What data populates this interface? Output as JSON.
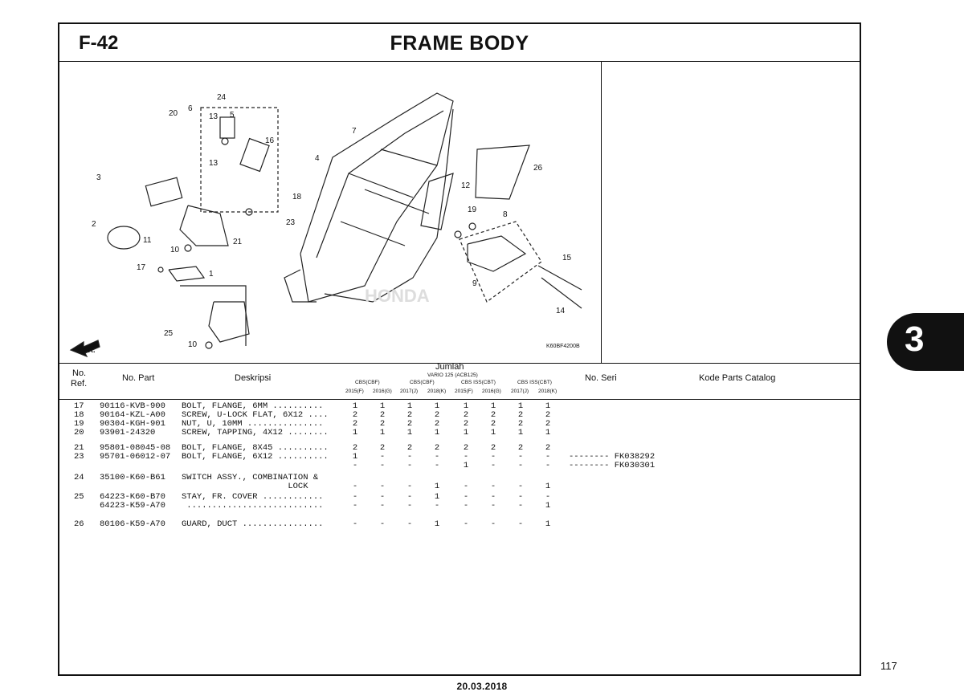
{
  "header": {
    "code": "F-42",
    "title": "FRAME BODY"
  },
  "diagram": {
    "callouts": [
      "24",
      "20",
      "6",
      "13",
      "5",
      "16",
      "4",
      "3",
      "13",
      "18",
      "2",
      "23",
      "11",
      "21",
      "10",
      "17",
      "1",
      "7",
      "12",
      "26",
      "19",
      "8",
      "15",
      "9",
      "14",
      "25",
      "10"
    ],
    "fr_label": "FR.",
    "drawing_code": "K60BF4200B"
  },
  "table_header": {
    "no_ref": [
      "No.",
      "Ref."
    ],
    "no_part": "No. Part",
    "deskripsi": "Deskripsi",
    "jumlah": "Jumlah",
    "model": "VARIO 125 (ACB125)",
    "groups": [
      "CBS(CBF)",
      "CBS(CBF)",
      "CBS ISS(CBT)",
      "CBS ISS(CBT)"
    ],
    "years": [
      "2015(F)",
      "2016(G)",
      "2017(J)",
      "2018(K)",
      "2015(F)",
      "2016(G)",
      "2017(J)",
      "2018(K)"
    ],
    "no_seri": "No. Seri",
    "kode": "Kode Parts Catalog"
  },
  "rows": [
    {
      "ref": "17",
      "part": "90116-KVB-900",
      "desc": "BOLT, FLANGE, 6MM ..........",
      "qty": [
        "1",
        "1",
        "1",
        "1",
        "1",
        "1",
        "1",
        "1"
      ],
      "seri": ""
    },
    {
      "ref": "18",
      "part": "90164-KZL-A00",
      "desc": "SCREW, U-LOCK FLAT, 6X12 ....",
      "qty": [
        "2",
        "2",
        "2",
        "2",
        "2",
        "2",
        "2",
        "2"
      ],
      "seri": ""
    },
    {
      "ref": "19",
      "part": "90304-KGH-901",
      "desc": "NUT, U, 10MM ...............",
      "qty": [
        "2",
        "2",
        "2",
        "2",
        "2",
        "2",
        "2",
        "2"
      ],
      "seri": ""
    },
    {
      "ref": "20",
      "part": "93901-24320",
      "desc": "SCREW, TAPPING, 4X12 ........",
      "qty": [
        "1",
        "1",
        "1",
        "1",
        "1",
        "1",
        "1",
        "1"
      ],
      "seri": ""
    },
    {
      "ref": "21",
      "part": "95801-08045-08",
      "desc": "BOLT, FLANGE, 8X45 ..........",
      "qty": [
        "2",
        "2",
        "2",
        "2",
        "2",
        "2",
        "2",
        "2"
      ],
      "seri": ""
    },
    {
      "ref": "23",
      "part": "95701-06012-07",
      "desc": "BOLT, FLANGE, 6X12 ..........",
      "qty": [
        "1",
        "-",
        "-",
        "-",
        "-",
        "-",
        "-",
        "-"
      ],
      "seri": "-------- FK038292"
    },
    {
      "ref": "",
      "part": "",
      "desc": "",
      "qty": [
        "-",
        "-",
        "-",
        "-",
        "1",
        "-",
        "-",
        "-"
      ],
      "seri": "-------- FK030301"
    },
    {
      "ref": "24",
      "part": "35100-K60-B61",
      "desc": "SWITCH ASSY., COMBINATION &",
      "qty": [
        "",
        "",
        "",
        "",
        "",
        "",
        "",
        ""
      ],
      "seri": ""
    },
    {
      "ref": "",
      "part": "",
      "desc": "                     LOCK",
      "qty": [
        "-",
        "-",
        "-",
        "1",
        "-",
        "-",
        "-",
        "1"
      ],
      "seri": ""
    },
    {
      "ref": "25",
      "part": "64223-K60-B70",
      "desc": "STAY, FR. COVER ............",
      "qty": [
        "-",
        "-",
        "-",
        "1",
        "-",
        "-",
        "-",
        "-"
      ],
      "seri": ""
    },
    {
      "ref": "",
      "part": "64223-K59-A70",
      "desc": " ...........................",
      "qty": [
        "-",
        "-",
        "-",
        "-",
        "-",
        "-",
        "-",
        "1"
      ],
      "seri": ""
    },
    {
      "ref": "26",
      "part": "80106-K59-A70",
      "desc": "GUARD, DUCT ................",
      "qty": [
        "-",
        "-",
        "-",
        "1",
        "-",
        "-",
        "-",
        "1"
      ],
      "seri": ""
    }
  ],
  "page_number": "117",
  "section_tab": "3",
  "date": "20.03.2018"
}
